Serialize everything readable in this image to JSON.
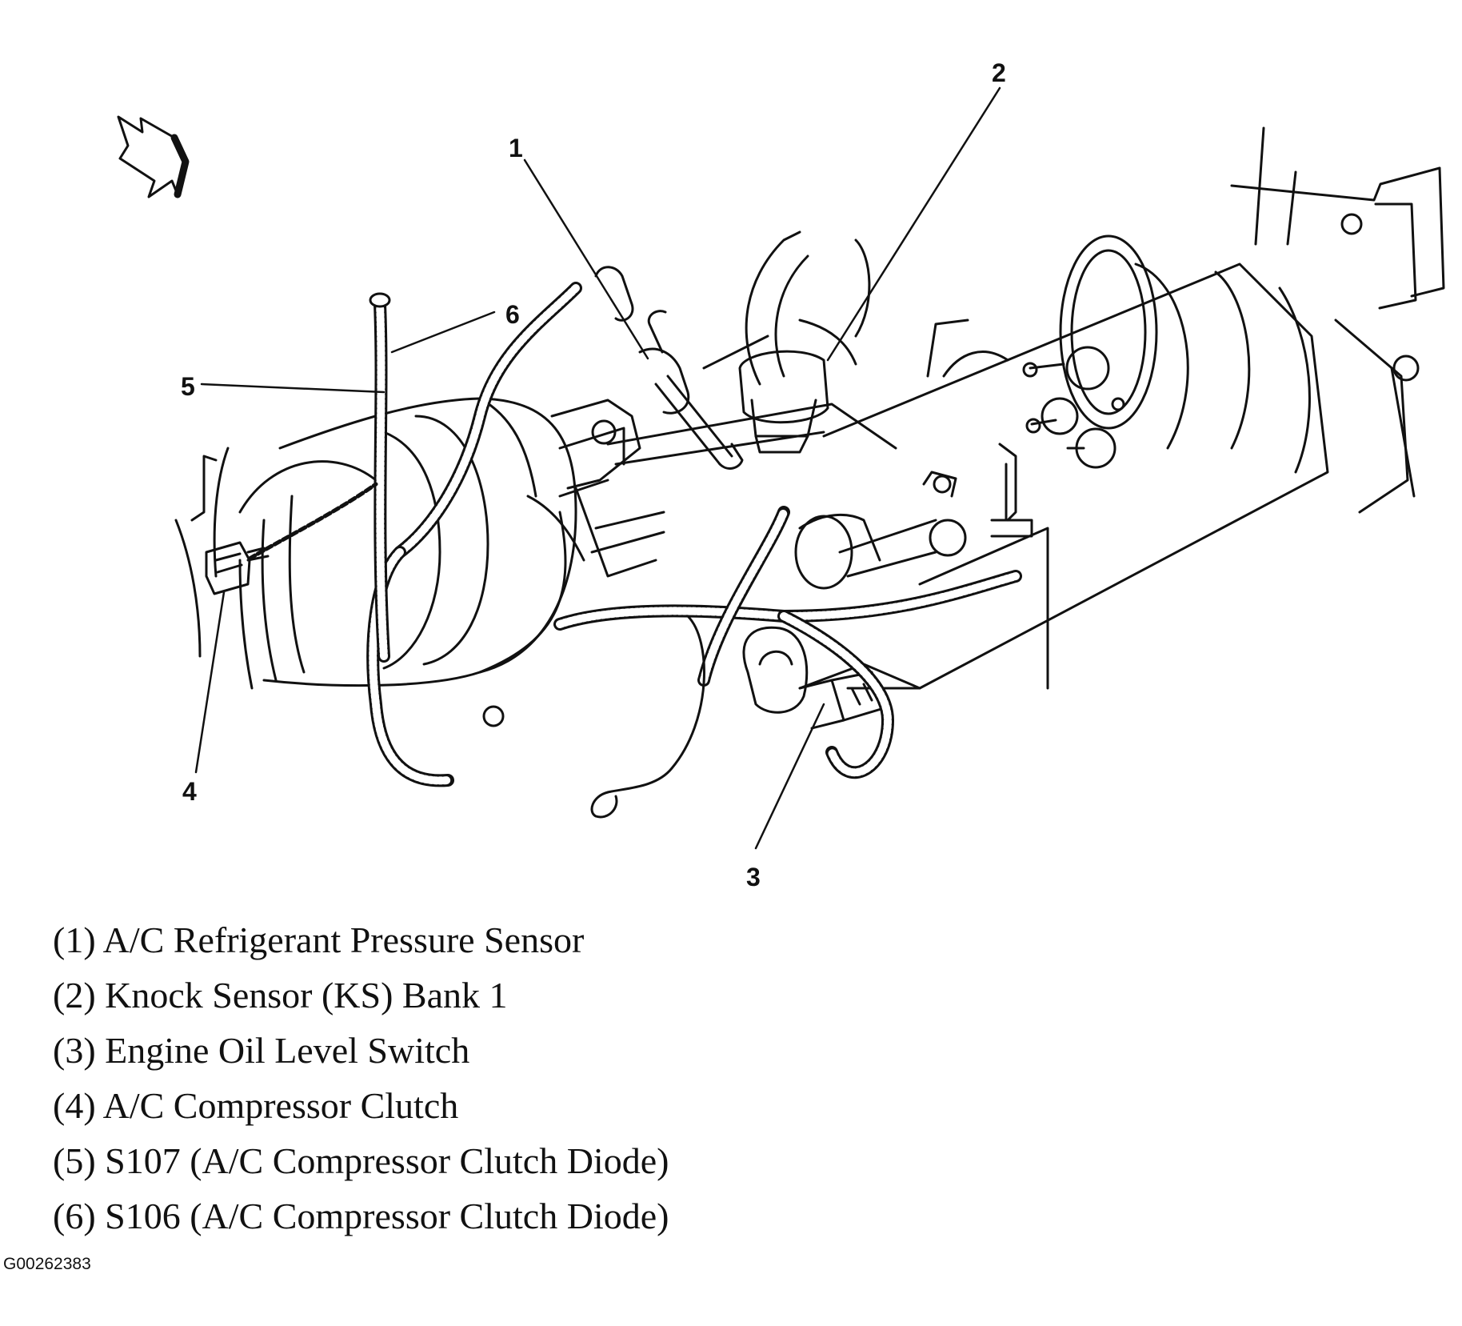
{
  "callouts": {
    "n1": "1",
    "n2": "2",
    "n3": "3",
    "n4": "4",
    "n5": "5",
    "n6": "6"
  },
  "legend": [
    "(1) A/C Refrigerant Pressure Sensor",
    "(2) Knock Sensor (KS) Bank 1",
    "(3) Engine Oil Level Switch",
    "(4) A/C Compressor Clutch",
    "(5) S107 (A/C Compressor Clutch Diode)",
    "(6) S106 (A/C Compressor Clutch Diode)"
  ],
  "figure_id": "G00262383",
  "colors": {
    "ink": "#111111",
    "background": "#ffffff"
  }
}
